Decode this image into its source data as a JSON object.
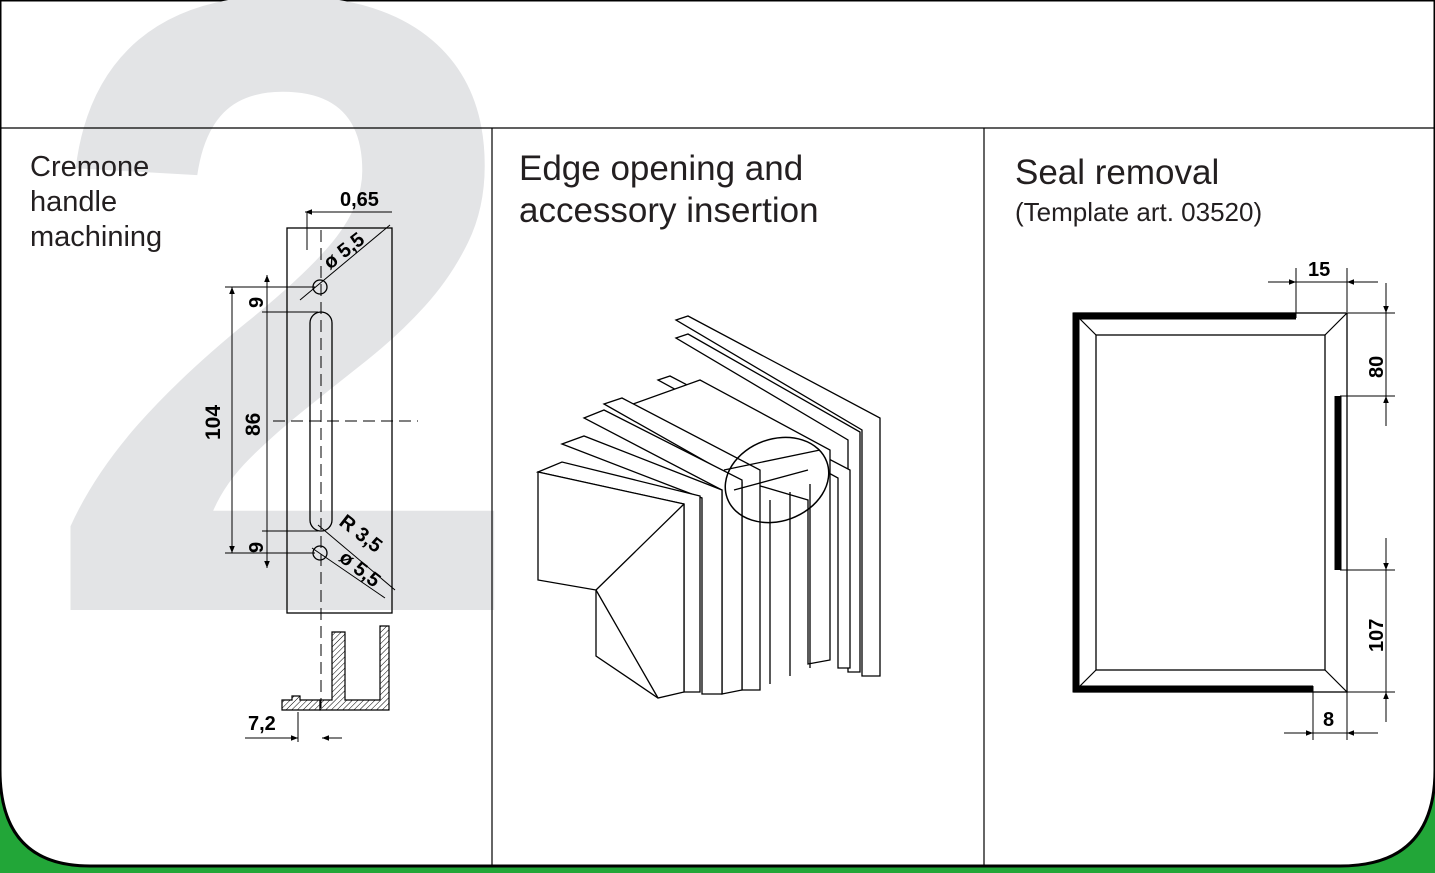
{
  "page": {
    "background_glyph": "2",
    "accent_color": "#22a638",
    "glyph_color": "#e3e4e6"
  },
  "panels": [
    {
      "title_lines": [
        "Cremone",
        "handle",
        "machining"
      ],
      "dims": {
        "offset": "0,65",
        "hole_top": "ø 5,5",
        "hole_bottom": "ø 5,5",
        "top_gap": "9",
        "total": "104",
        "slot_length": "86",
        "bottom_gap": "9",
        "radius": "R 3,5",
        "profile_offset": "7,2"
      }
    },
    {
      "title_lines": [
        "Edge opening and",
        "accessory insertion"
      ]
    },
    {
      "title_lines": [
        "Seal removal"
      ],
      "subtitle": "(Template art. 03520)",
      "dims": {
        "top_width": "15",
        "upper": "80",
        "lower": "107",
        "bottom_width": "8"
      }
    }
  ]
}
